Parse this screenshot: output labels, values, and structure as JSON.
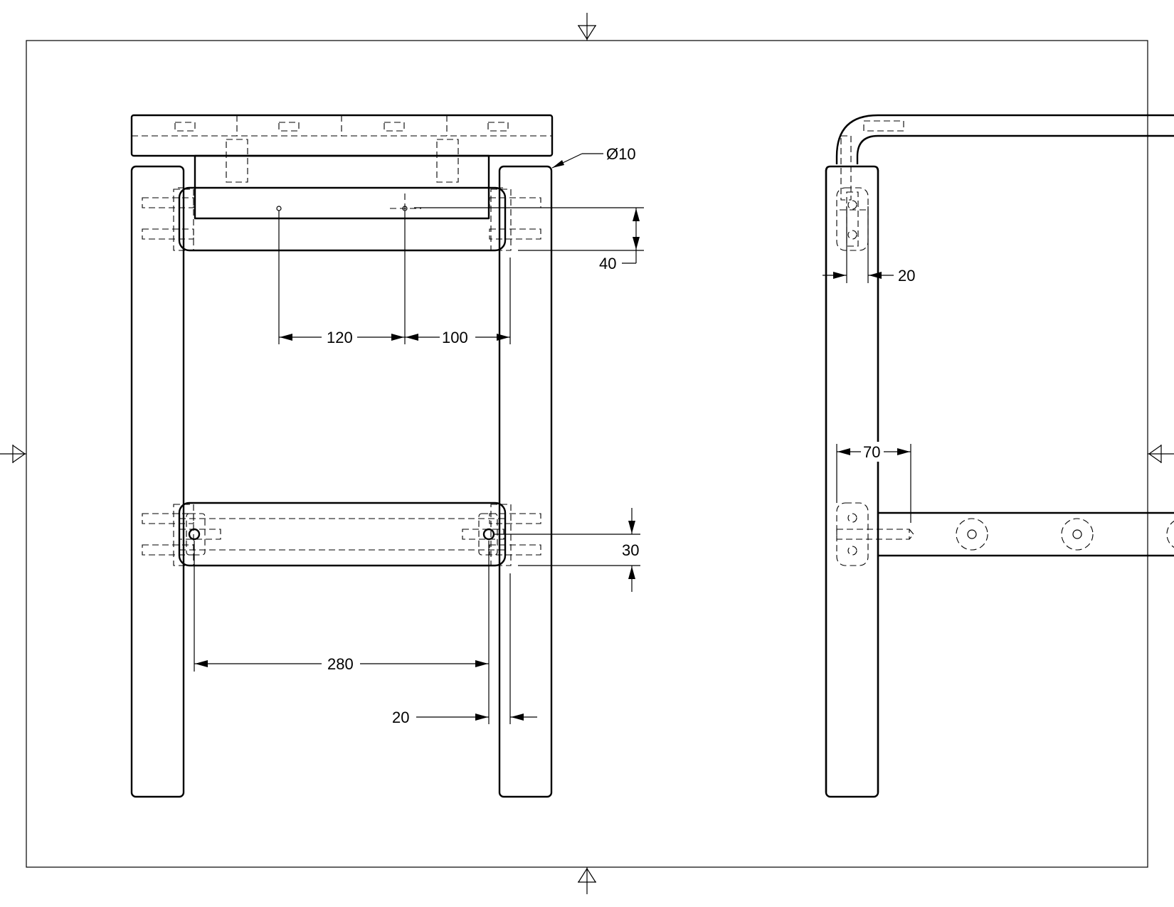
{
  "drawing": {
    "dimensions": {
      "hole_diameter": "Ø10",
      "top_rail_offset": "40",
      "hole_spacing_left": "120",
      "hole_spacing_right": "100",
      "lower_rail_height": "30",
      "lower_hole_spacing": "280",
      "leg_inset_front": "20",
      "leg_inset_side": "20",
      "side_hole_offset": "70"
    }
  }
}
